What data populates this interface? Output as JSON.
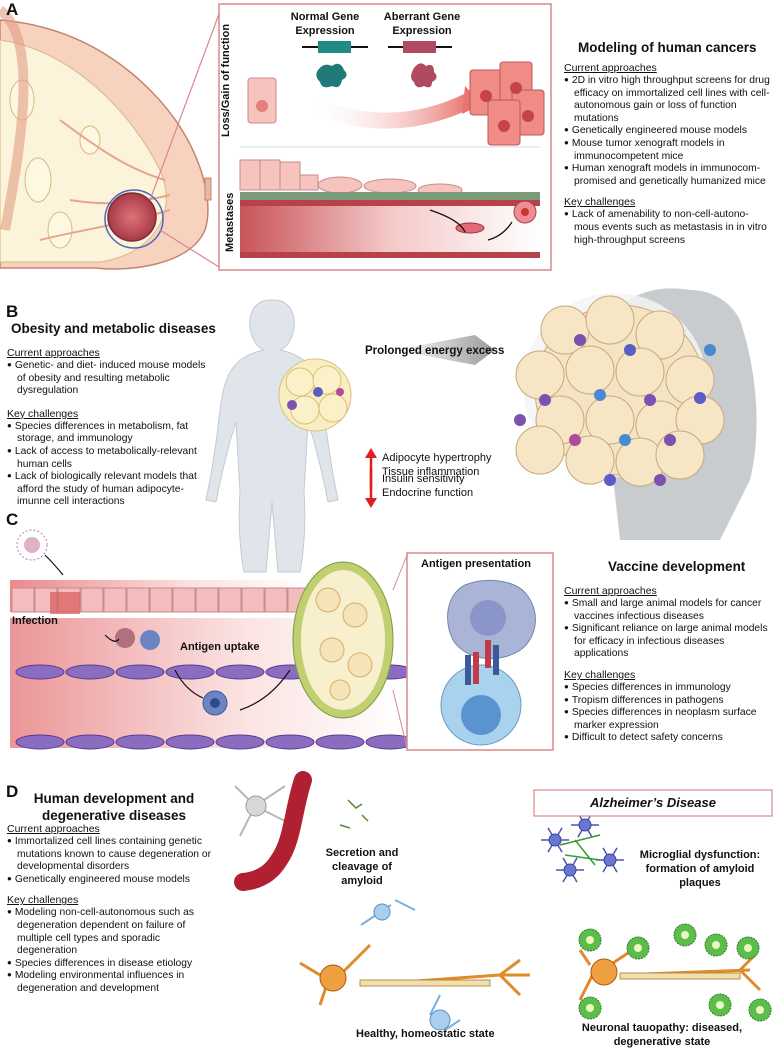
{
  "panels": {
    "a": {
      "letter": "A",
      "title": "Modeling of human cancers",
      "normal_label": "Normal Gene Expression",
      "aberrant_label": "Aberrant Gene Expression",
      "lossgain_label": "Loss/Gain of function",
      "metastases_label": "Metastases",
      "approaches_heading": "Current approaches",
      "approaches": [
        "2D in vitro high throughput screens for drug efficacy on immortalized cell lines with cell-autonomous gain or loss of function mutations",
        "Genetically engineered mouse models",
        "Mouse tumor xenograft models in immunocompetent mice",
        "Human xenograft models in immunocom-promised and genetically humanized mice"
      ],
      "challenges_heading": "Key challenges",
      "challenges": [
        "Lack of amenability to non-cell-autono-mous events such as metastasis in in vitro high-throughput screens"
      ]
    },
    "b": {
      "letter": "B",
      "title": "Obesity and metabolic diseases",
      "approaches_heading": "Current approaches",
      "approaches": [
        "Genetic- and diet- induced mouse models of obesity and resulting metabolic dysregulation"
      ],
      "challenges_heading": "Key challenges",
      "challenges": [
        "Species differences in metabolism, fat storage, and immunology",
        "Lack of access to metabolically-relevant human cells",
        "Lack of biologically relevant models that afford the study of human adipocyte-imunne cell interactions"
      ],
      "energy_label": "Prolonged energy excess",
      "up_labels": [
        "Adipocyte hypertrophy",
        "Tissue inflammation"
      ],
      "down_labels": [
        "Insulin sensitivity",
        "Endocrine function"
      ]
    },
    "c": {
      "letter": "C",
      "title": "Vaccine development",
      "infection_label": "Infection",
      "uptake_label": "Antigen uptake",
      "presentation_label": "Antigen presentation",
      "approaches_heading": "Current approaches",
      "approaches": [
        "Small and large animal models for cancer vaccines infectious diseases",
        "Significant reliance on large animal models for efficacy in infectious diseases applications"
      ],
      "challenges_heading": "Key challenges",
      "challenges": [
        "Species differences in immunology",
        "Tropism differences in pathogens",
        "Species differences in neoplasm surface marker expression",
        "Difficult to detect safety concerns"
      ]
    },
    "d": {
      "letter": "D",
      "title": "Human development and degenerative diseases",
      "approaches_heading": "Current approaches",
      "approaches": [
        "Immortalized cell lines containing genetic mutations known to cause degeneration or developmental disorders",
        "Genetically engineered mouse models"
      ],
      "challenges_heading": "Key challenges",
      "challenges": [
        "Modeling non-cell-autonomous such as degeneration dependent on failure of multiple cell types and sporadic degeneration",
        "Species differences in disease etiology",
        "Modeling environmental influences in degeneration and development"
      ],
      "alzheimer_label": "Alzheimer’s Disease",
      "secretion_label": "Secretion and cleavage of amyloid",
      "microglial_label": "Microglial dysfunction: formation of amyloid plaques",
      "healthy_label": "Healthy, homeostatic state",
      "tauopathy_label": "Neuronal tauopathy: diseased, degenerative state"
    }
  },
  "colors": {
    "frame_red": "#d9898c",
    "cell_pink": "#f2b8b4",
    "teal": "#1f7a78",
    "maroon": "#b04a5e",
    "arrow_red": "#e02020",
    "fat_yellow": "#f7e9b0",
    "neuron_orange": "#e08a2a",
    "microglia_blue": "#4a55b0",
    "plaque_green": "#3a9a3a"
  }
}
